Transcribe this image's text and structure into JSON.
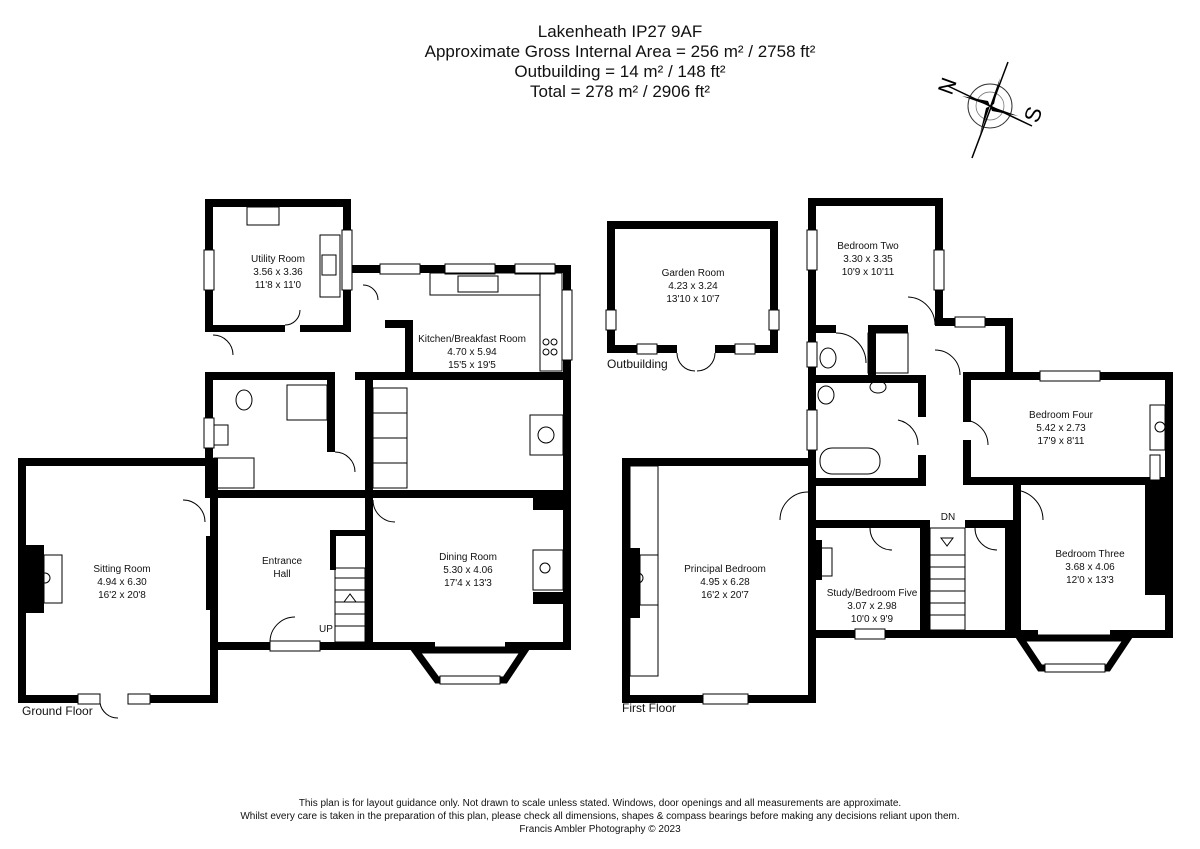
{
  "header": {
    "address": "Lakenheath IP27 9AF",
    "gross_area": "Approximate Gross Internal Area = 256 m² / 2758 ft²",
    "outbuilding": "Outbuilding = 14 m² / 148 ft²",
    "total": "Total = 278 m² / 2906 ft²"
  },
  "compass": {
    "north": "N",
    "south": "S"
  },
  "floors": {
    "ground": "Ground Floor",
    "first": "First Floor",
    "outbuilding": "Outbuilding",
    "up": "UP",
    "dn": "DN"
  },
  "rooms": {
    "utility": {
      "name": "Utility Room",
      "metric": "3.56 x 3.36",
      "imperial": "11'8 x 11'0"
    },
    "kitchen": {
      "name": "Kitchen/Breakfast Room",
      "metric": "4.70 x 5.94",
      "imperial": "15'5 x 19'5"
    },
    "sitting": {
      "name": "Sitting Room",
      "metric": "4.94 x 6.30",
      "imperial": "16'2 x 20'8"
    },
    "hall": {
      "name": "Entrance",
      "name2": "Hall"
    },
    "dining": {
      "name": "Dining Room",
      "metric": "5.30 x 4.06",
      "imperial": "17'4 x 13'3"
    },
    "garden": {
      "name": "Garden Room",
      "metric": "4.23 x 3.24",
      "imperial": "13'10 x 10'7"
    },
    "bed2": {
      "name": "Bedroom Two",
      "metric": "3.30 x 3.35",
      "imperial": "10'9 x 10'11"
    },
    "bed4": {
      "name": "Bedroom Four",
      "metric": "5.42 x 2.73",
      "imperial": "17'9 x 8'11"
    },
    "principal": {
      "name": "Principal Bedroom",
      "metric": "4.95 x 6.28",
      "imperial": "16'2 x 20'7"
    },
    "study": {
      "name": "Study/Bedroom Five",
      "metric": "3.07 x 2.98",
      "imperial": "10'0 x 9'9"
    },
    "bed3": {
      "name": "Bedroom Three",
      "metric": "3.68 x 4.06",
      "imperial": "12'0 x 13'3"
    }
  },
  "footer": {
    "line1": "This plan is for layout guidance only. Not drawn to scale unless stated. Windows, door openings and all measurements are approximate.",
    "line2": "Whilst every care is taken in the preparation of this plan, please check all dimensions, shapes & compass bearings before making any decisions reliant upon them.",
    "line3": "Francis Ambler Photography © 2023"
  }
}
